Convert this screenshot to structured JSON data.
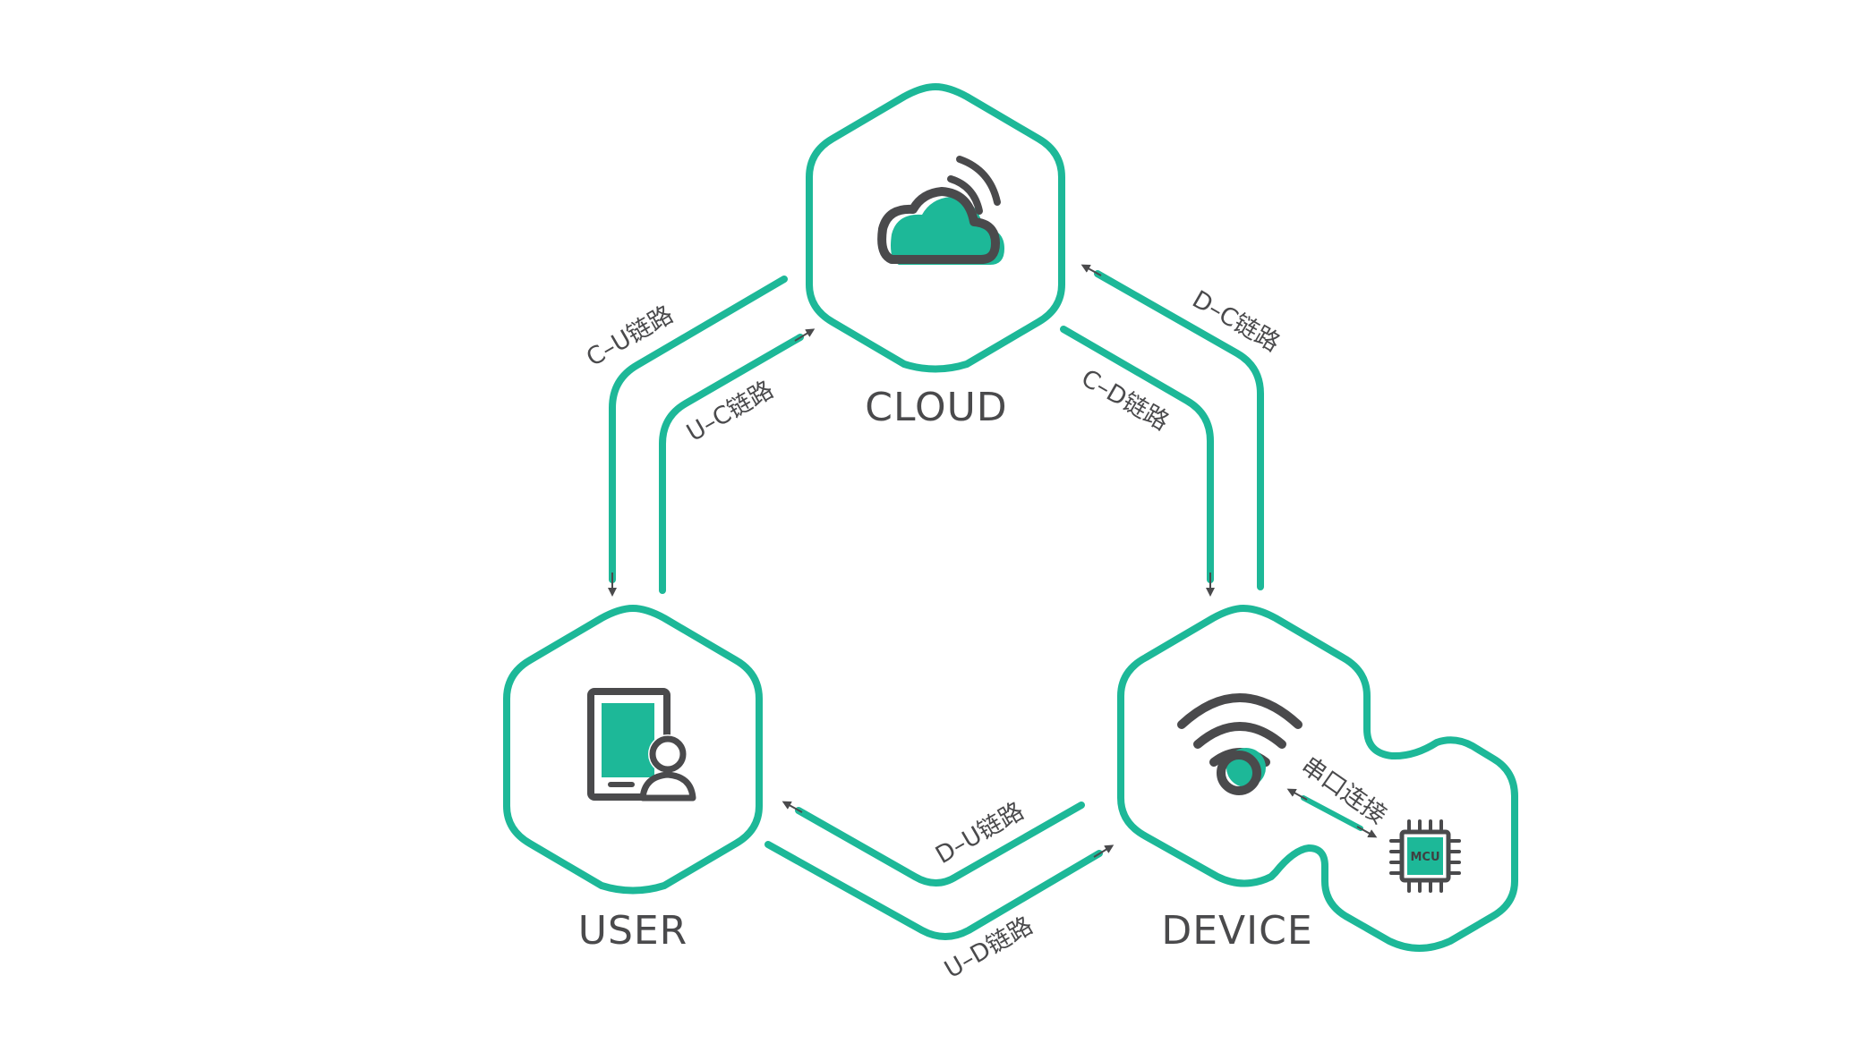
{
  "colors": {
    "accent": "#1db898",
    "icon_dark": "#4a4a4c",
    "text": "#4a4a4c",
    "background": "#ffffff"
  },
  "nodes": {
    "cloud": {
      "label": "CLOUD",
      "icon": "cloud-signal-icon"
    },
    "user": {
      "label": "USER",
      "icon": "tablet-user-icon"
    },
    "device": {
      "label": "DEVICE",
      "icon": "wifi-icon"
    },
    "mcu": {
      "label": "MCU",
      "icon": "chip-icon"
    }
  },
  "links": {
    "c_u": "C–U链路",
    "u_c": "U–C链路",
    "d_c": "D–C链路",
    "c_d": "C–D链路",
    "d_u": "D–U链路",
    "u_d": "U–D链路",
    "serial": "串口连接"
  }
}
